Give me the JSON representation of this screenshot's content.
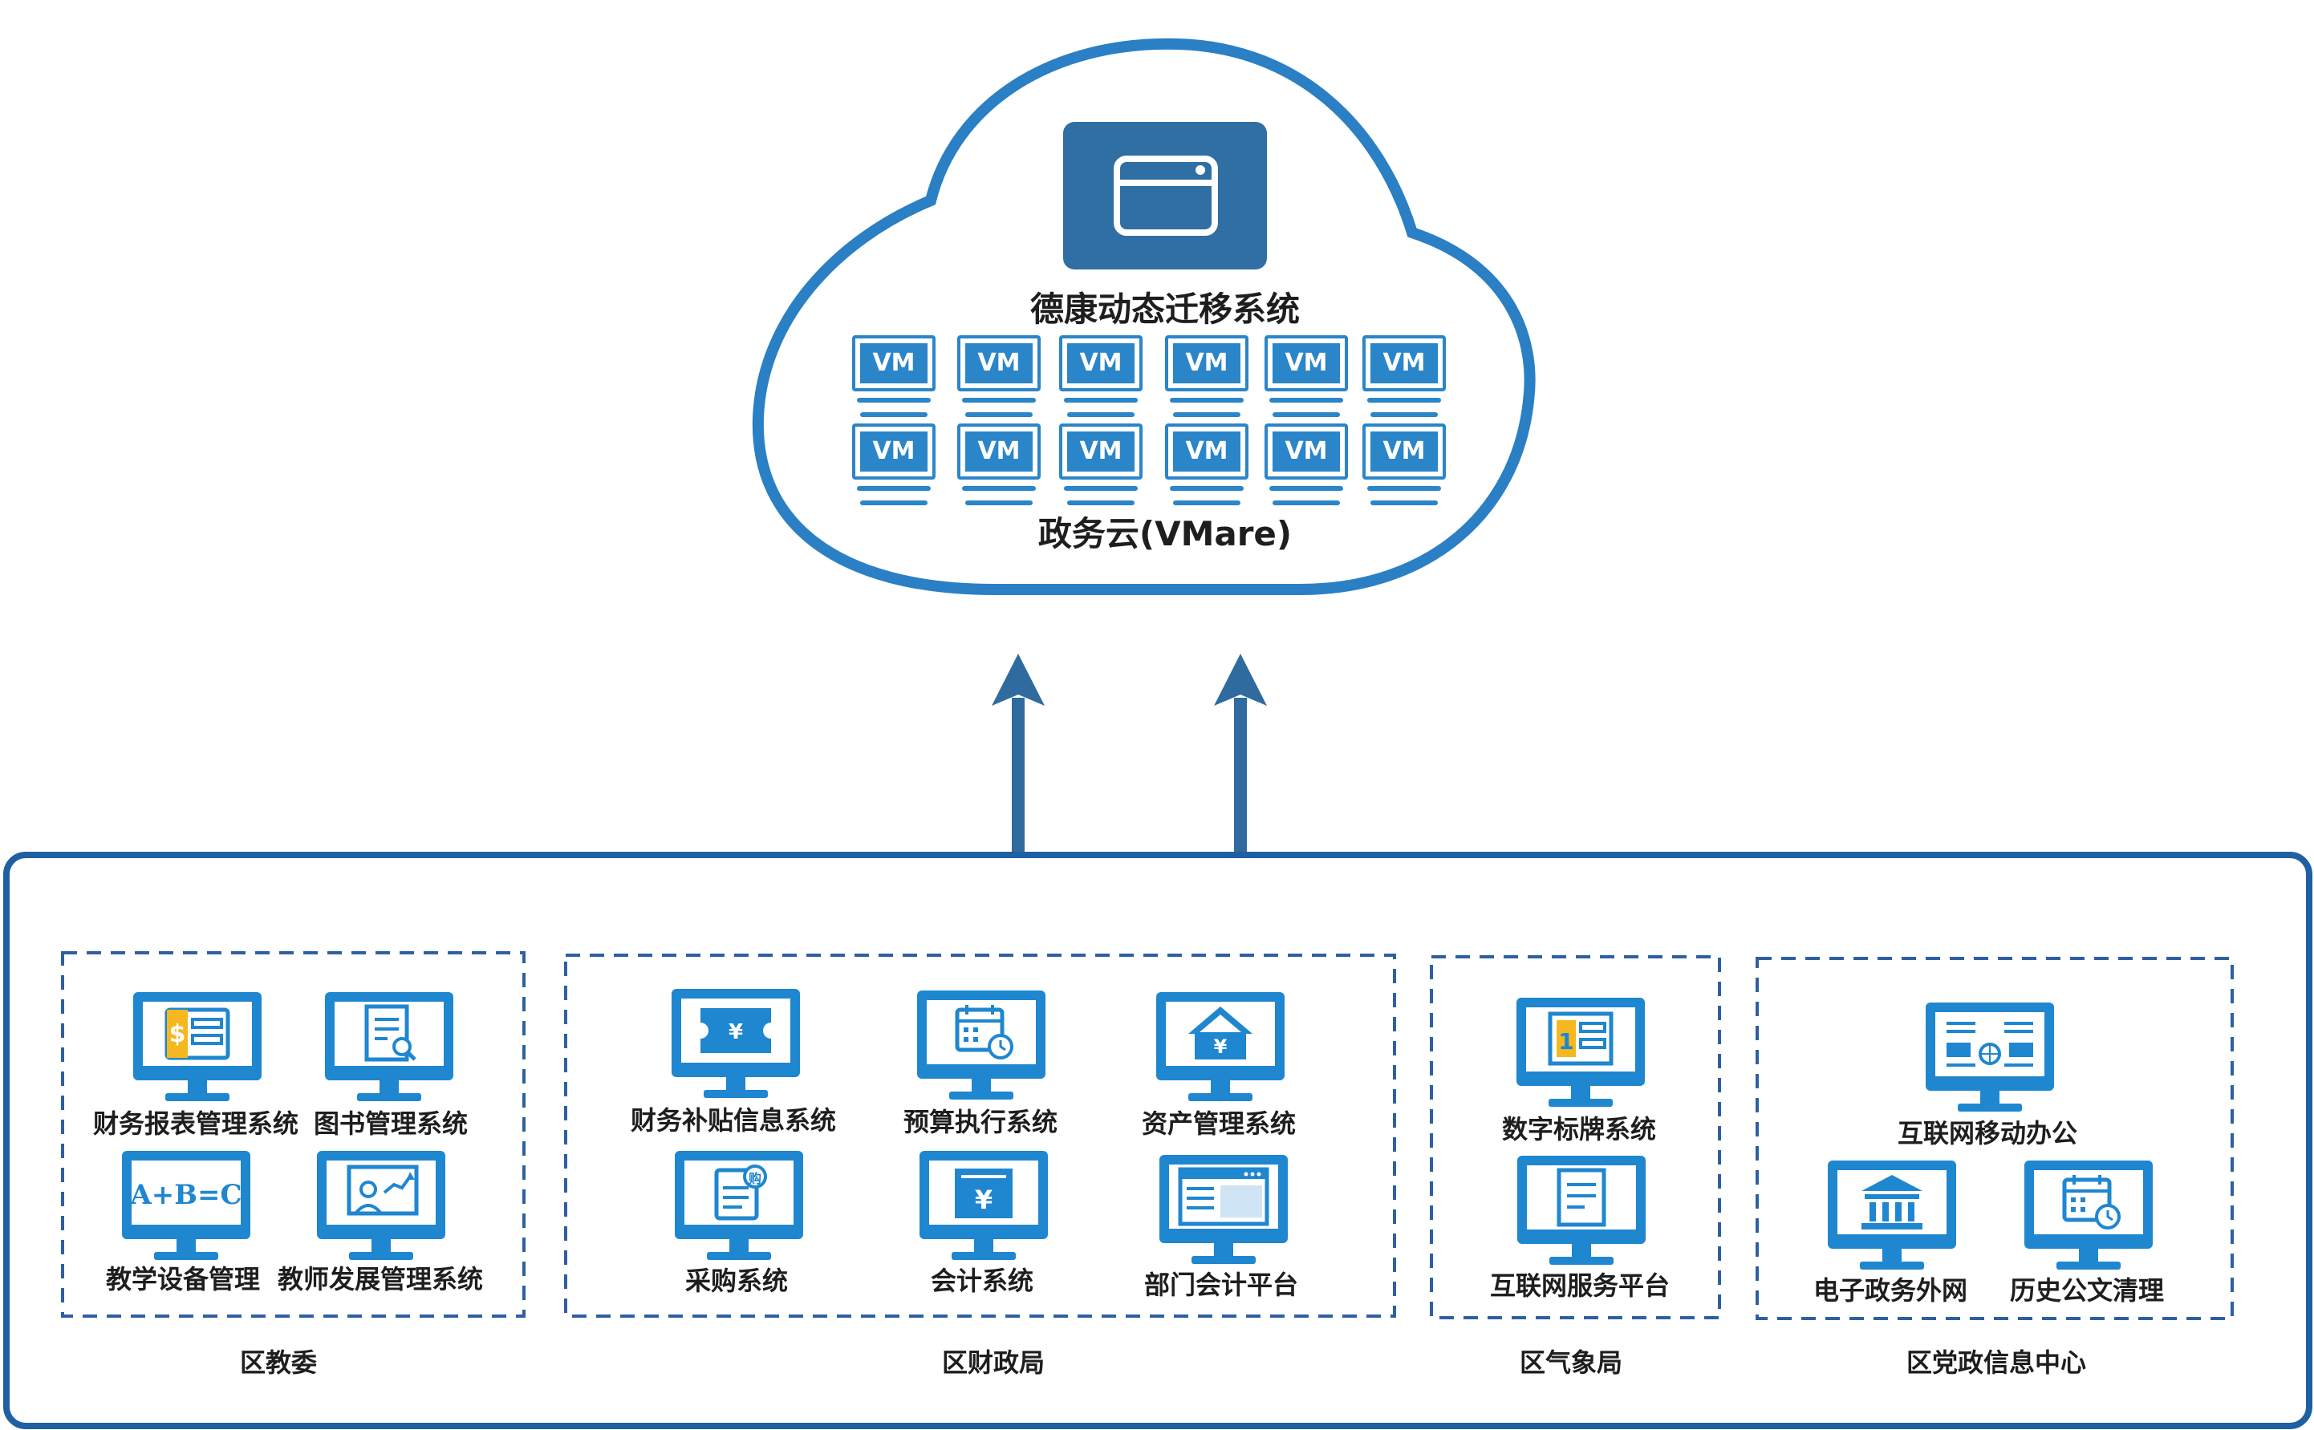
{
  "cloud": {
    "title": "德康动态迁移系统",
    "subtitle": "政务云(VMare)",
    "vm_label": "VM",
    "vm_rows": 2,
    "vm_cols": 6
  },
  "groups": [
    {
      "label": "区教委",
      "apps": [
        {
          "label": "财务报表管理系统",
          "icon": "finance-report-icon"
        },
        {
          "label": "图书管理系统",
          "icon": "book-search-icon"
        },
        {
          "label": "教学设备管理",
          "icon": "formula-icon",
          "icon_text": "A+B=C"
        },
        {
          "label": "教师发展管理系统",
          "icon": "teacher-growth-icon"
        }
      ]
    },
    {
      "label": "区财政局",
      "apps": [
        {
          "label": "财务补贴信息系统",
          "icon": "subsidy-ticket-icon"
        },
        {
          "label": "预算执行系统",
          "icon": "calendar-clock-icon"
        },
        {
          "label": "资产管理系统",
          "icon": "house-yen-icon"
        },
        {
          "label": "采购系统",
          "icon": "purchase-doc-icon",
          "icon_text": "购"
        },
        {
          "label": "会计系统",
          "icon": "yen-panel-icon"
        },
        {
          "label": "部门会计平台",
          "icon": "browser-window-icon"
        }
      ]
    },
    {
      "label": "区气象局",
      "apps": [
        {
          "label": "数字标牌系统",
          "icon": "signage-icon"
        },
        {
          "label": "互联网服务平台",
          "icon": "document-icon"
        }
      ]
    },
    {
      "label": "区党政信息中心",
      "apps": [
        {
          "label": "互联网移动办公",
          "icon": "web-layout-icon"
        },
        {
          "label": "电子政务外网",
          "icon": "government-building-icon"
        },
        {
          "label": "历史公文清理",
          "icon": "calendar-clock-icon"
        }
      ]
    }
  ],
  "colors": {
    "cloud_border": "#2b7fc4",
    "cloud_badge": "#2f6fa3",
    "vm_blue": "#2b85c9",
    "monitor_blue": "#1f86d0",
    "arrow": "#2f6b9e",
    "container_border": "#1f5fa3",
    "dashed": "#2f5fa3",
    "accent_yellow": "#f5b820"
  }
}
